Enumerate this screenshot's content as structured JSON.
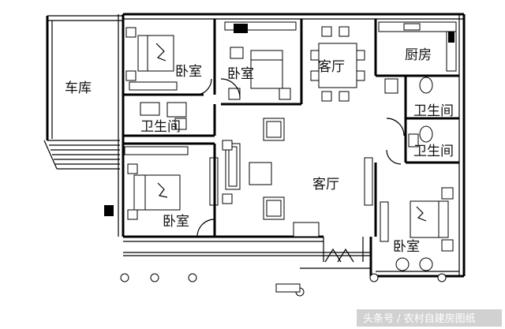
{
  "rooms": {
    "garage": "车库",
    "bedroom_top_left": "卧室",
    "bedroom_top_mid": "卧室",
    "dining": "客厅",
    "kitchen": "厨房",
    "bath_left": "卫生间",
    "bath_right_top": "卫生间",
    "bath_right_bottom": "卫生间",
    "living": "客厅",
    "bedroom_bottom_left": "卧室",
    "bedroom_bottom_right": "卧室"
  },
  "watermark": "头条号 / 农村自建房图纸",
  "colors": {
    "line": "#000000",
    "background": "#ffffff",
    "watermark": "#ffffff"
  }
}
